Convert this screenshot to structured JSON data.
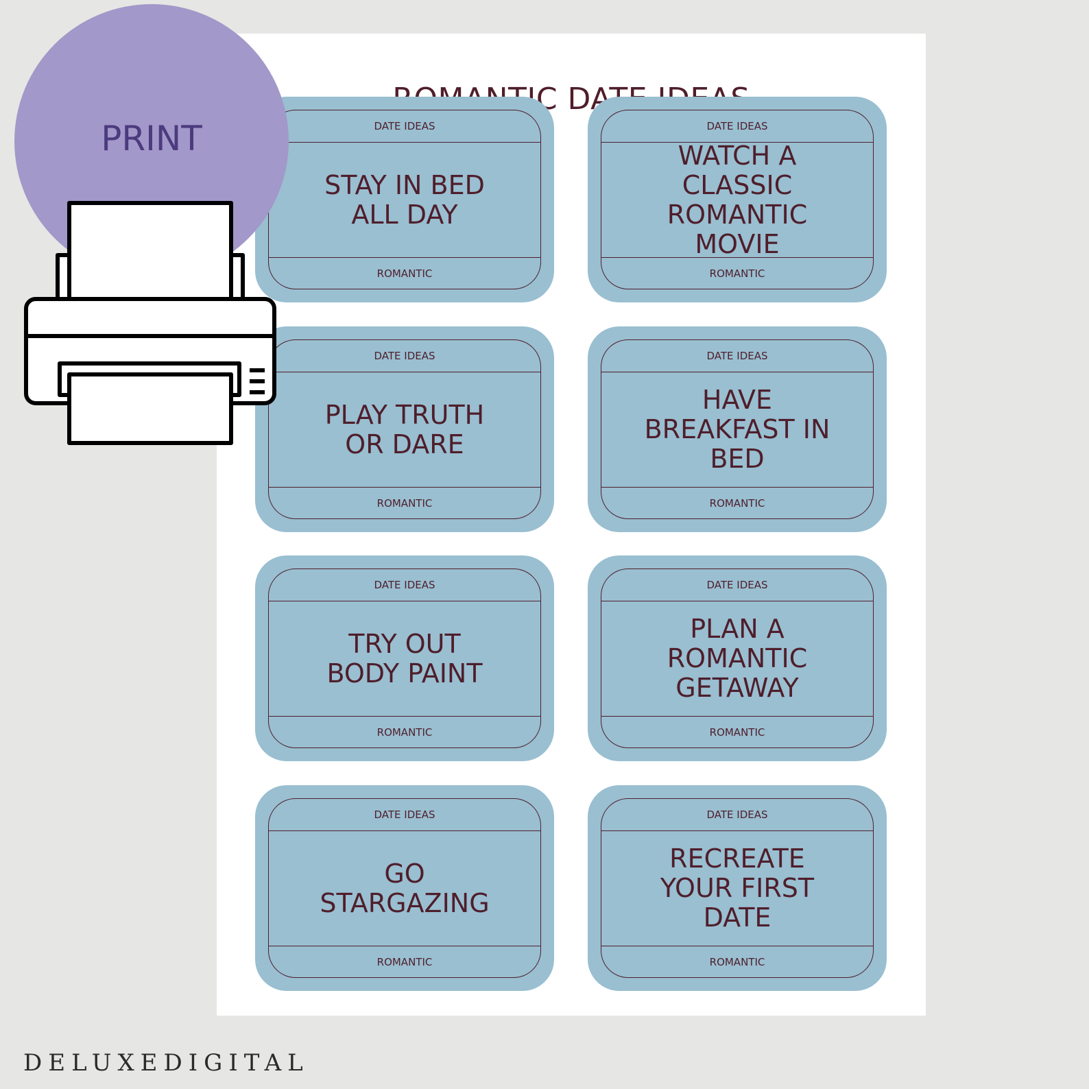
{
  "title": "ROMANTIC DATE IDEAS",
  "print_label": "PRINT",
  "brand": "DELUXEDIGITAL",
  "cards": [
    {
      "header": "DATE IDEAS",
      "text": "STAY IN BED\nALL DAY",
      "footer": "ROMANTIC"
    },
    {
      "header": "DATE IDEAS",
      "text": "WATCH A\nCLASSIC\nROMANTIC\nMOVIE",
      "footer": "ROMANTIC"
    },
    {
      "header": "DATE IDEAS",
      "text": "PLAY TRUTH\nOR DARE",
      "footer": "ROMANTIC"
    },
    {
      "header": "DATE IDEAS",
      "text": "HAVE\nBREAKFAST IN\nBED",
      "footer": "ROMANTIC"
    },
    {
      "header": "DATE IDEAS",
      "text": "TRY OUT\nBODY PAINT",
      "footer": "ROMANTIC"
    },
    {
      "header": "DATE IDEAS",
      "text": "PLAN A\nROMANTIC\nGETAWAY",
      "footer": "ROMANTIC"
    },
    {
      "header": "DATE IDEAS",
      "text": "GO\nSTARGAZING",
      "footer": "ROMANTIC"
    },
    {
      "header": "DATE IDEAS",
      "text": "RECREATE\nYOUR FIRST\nDATE",
      "footer": "ROMANTIC"
    }
  ],
  "colors": {
    "background": "#e6e6e4",
    "card": "#99bfd1",
    "text": "#4f1e2b",
    "print_circle": "#a298c9",
    "print_text": "#4c3a7e"
  },
  "icons": [
    "printer-icon"
  ]
}
